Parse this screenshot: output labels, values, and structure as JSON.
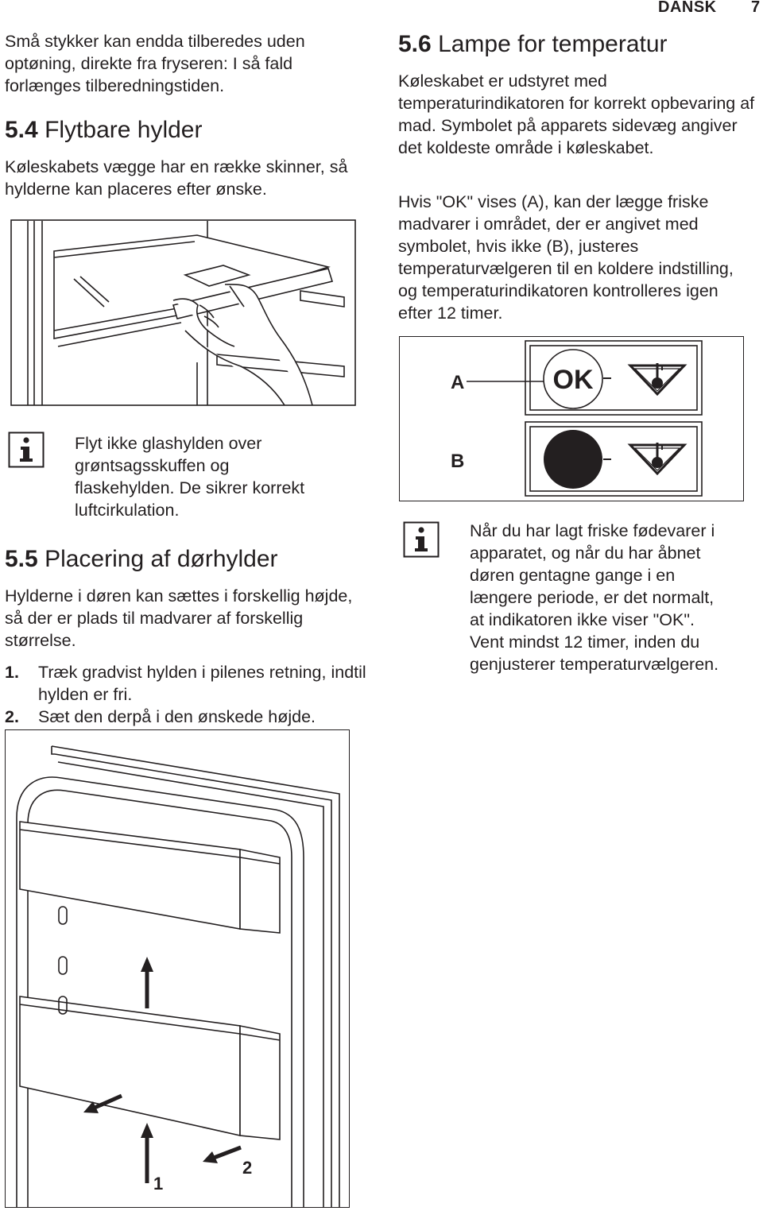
{
  "header": {
    "language": "DANSK",
    "page_number": "7"
  },
  "left": {
    "intro_text": "Små stykker kan endda tilberedes uden optøning, direkte fra fryseren: I så fald forlænges tilberedningstiden.",
    "section_54": {
      "number": "5.4",
      "title": "Flytbare hylder",
      "body": "Køleskabets vægge har en række skinner, så hylderne kan placeres efter ønske."
    },
    "info_note": "Flyt ikke glashylden over grøntsagsskuffen og flaskehylden. De sikrer korrekt luftcirkulation.",
    "section_55": {
      "number": "5.5",
      "title": "Placering af dørhylder",
      "body": "Hylderne i døren kan sættes i forskellig højde, så der er plads til madvarer af forskellig størrelse.",
      "steps": [
        {
          "num": "1.",
          "text": "Træk gradvist hylden i pilenes retning, indtil hylden er fri."
        },
        {
          "num": "2.",
          "text": "Sæt den derpå i den ønskede højde."
        }
      ]
    },
    "door_illustration": {
      "label_1": "1",
      "label_2": "2"
    }
  },
  "right": {
    "section_56": {
      "number": "5.6",
      "title": "Lampe for temperatur",
      "body1": "Køleskabet er udstyret med temperaturindikatoren for korrekt opbevaring af mad. Symbolet på apparets sidevæg angiver det koldeste område i køleskabet.",
      "body2": "Hvis \"OK\" vises (A), kan der lægge friske madvarer i området, der er angivet med symbolet, hvis ikke (B), justeres temperaturvælgeren til en koldere indstilling, og temperaturindikatoren kontrolleres igen efter 12 timer."
    },
    "indicator": {
      "label_a": "A",
      "ok_text": "OK",
      "label_b": "B"
    },
    "info_note": "Når du har lagt friske fødevarer i apparatet, og når du har åbnet døren gentagne gange i en længere periode, er det normalt, at indikatoren ikke viser \"OK\". Vent mindst 12 timer, inden du genjusterer temperaturvælgeren."
  }
}
